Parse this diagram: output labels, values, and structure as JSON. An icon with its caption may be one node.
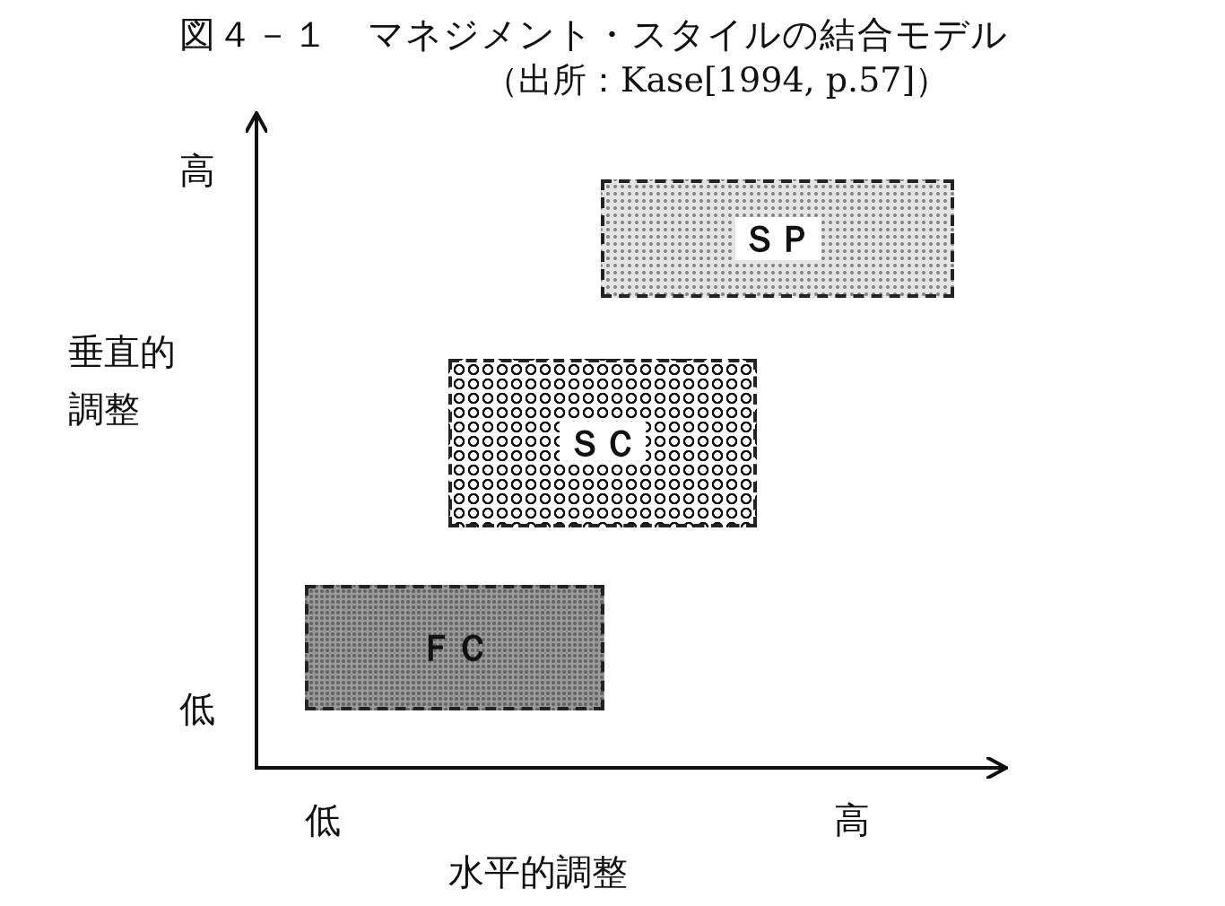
{
  "diagram": {
    "title": "図４－１　マネジメント・スタイルの結合モデル",
    "nodes": [
      {
        "text": [
          "ＳＰ"
        ]
      },
      {
        "text": [
          "ＳＣ"
        ]
      },
      {
        "text": [
          "ＦＣ"
        ]
      }
    ],
    "labels": [
      "（出所：Kase[1994, p.57]）",
      "高",
      "垂直的調整",
      "低",
      "低",
      "高",
      "水平的調整"
    ]
  }
}
